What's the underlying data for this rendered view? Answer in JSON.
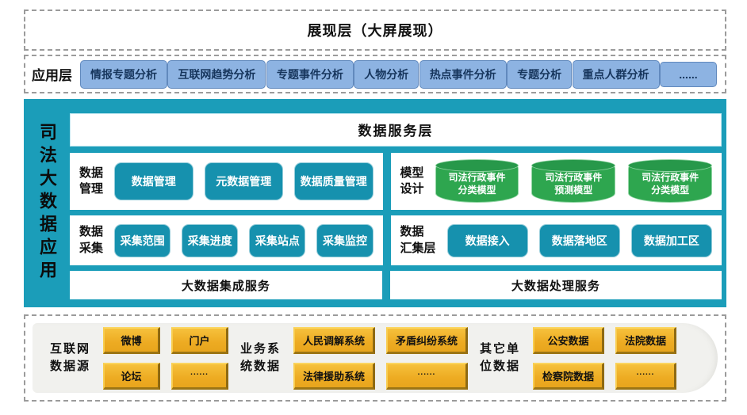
{
  "presentation_layer": {
    "title": "展现层（大屏展现）"
  },
  "application_layer": {
    "label": "应用层",
    "items": [
      "情报专题分析",
      "互联网趋势分析",
      "专题事件分析",
      "人物分析",
      "热点事件分析",
      "专题分析",
      "重点人群分析",
      "......"
    ]
  },
  "main_block": {
    "vertical_title": "司法大数据应用",
    "service_bar": "数据服务层",
    "sections": {
      "data_management": {
        "label": "数据\n管理",
        "items": [
          "数据管理",
          "元数据管理",
          "数据质量管理"
        ]
      },
      "model_design": {
        "label": "模型\n设计",
        "cylinders": [
          "司法行政事件\n分类模型",
          "司法行政事件\n预测模型",
          "司法行政事件\n分类模型"
        ]
      },
      "data_collection": {
        "label": "数据\n采集",
        "items": [
          "采集范围",
          "采集进度",
          "采集站点",
          "采集监控"
        ]
      },
      "data_aggregation": {
        "label": "数据\n汇集层",
        "items": [
          "数据接入",
          "数据落地区",
          "数据加工区"
        ]
      }
    },
    "bottom_bars": [
      "大数据集成服务",
      "大数据处理服务"
    ]
  },
  "data_sources": {
    "groups": [
      {
        "label": "互联网\n数据源",
        "items": [
          "微博",
          "门户",
          "论坛",
          "......"
        ]
      },
      {
        "label": "业务系\n统数据",
        "items": [
          "人民调解系统",
          "矛盾纠纷系统",
          "法律援助系统",
          "......"
        ]
      },
      {
        "label": "其它单\n位数据",
        "items": [
          "公安数据",
          "法院数据",
          "检察院数据",
          "......"
        ]
      }
    ]
  },
  "colors": {
    "teal_block": "#1b9db9",
    "teal_button": "#1691ae",
    "app_button_blue": "#8db3e2",
    "model_green": "#2ea64f",
    "source_yellow": "#edab22",
    "panel_gray": "#f1f1ee"
  }
}
